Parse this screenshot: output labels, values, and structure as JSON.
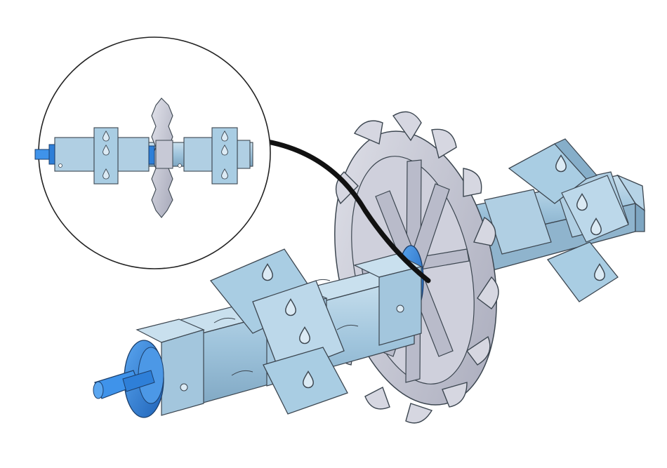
{
  "figure": {
    "subject": "shaft-assembly-with-sprocket",
    "views": [
      {
        "id": "detail",
        "kind": "circular-inset-side-view"
      },
      {
        "id": "main",
        "kind": "isometric-view"
      }
    ]
  },
  "components": [
    {
      "id": "shaft",
      "kind": "square-shaft",
      "color": "#9fc4dc"
    },
    {
      "id": "sprocket",
      "kind": "sprocket-wheel",
      "teeth": 12,
      "color": "#c7c9d6"
    },
    {
      "id": "end-bushing",
      "kind": "bushing",
      "color": "#2e7fd8"
    },
    {
      "id": "center-bushing",
      "kind": "bushing",
      "color": "#2e7fd8"
    },
    {
      "id": "shaft-collar",
      "kind": "collar",
      "count": 5
    },
    {
      "id": "support-clip",
      "kind": "clip",
      "count": 4,
      "color": "#a9cde3"
    }
  ],
  "colors": {
    "steel": "#9fc4dc",
    "steel_dark": "#7ea6c2",
    "steel_light": "#c9e0ee",
    "sprocket": "#c7c9d6",
    "sprocket_dark": "#9fa1b3",
    "accent_blue": "#2e7fd8",
    "outline": "#3c4650",
    "leader": "#111111"
  }
}
